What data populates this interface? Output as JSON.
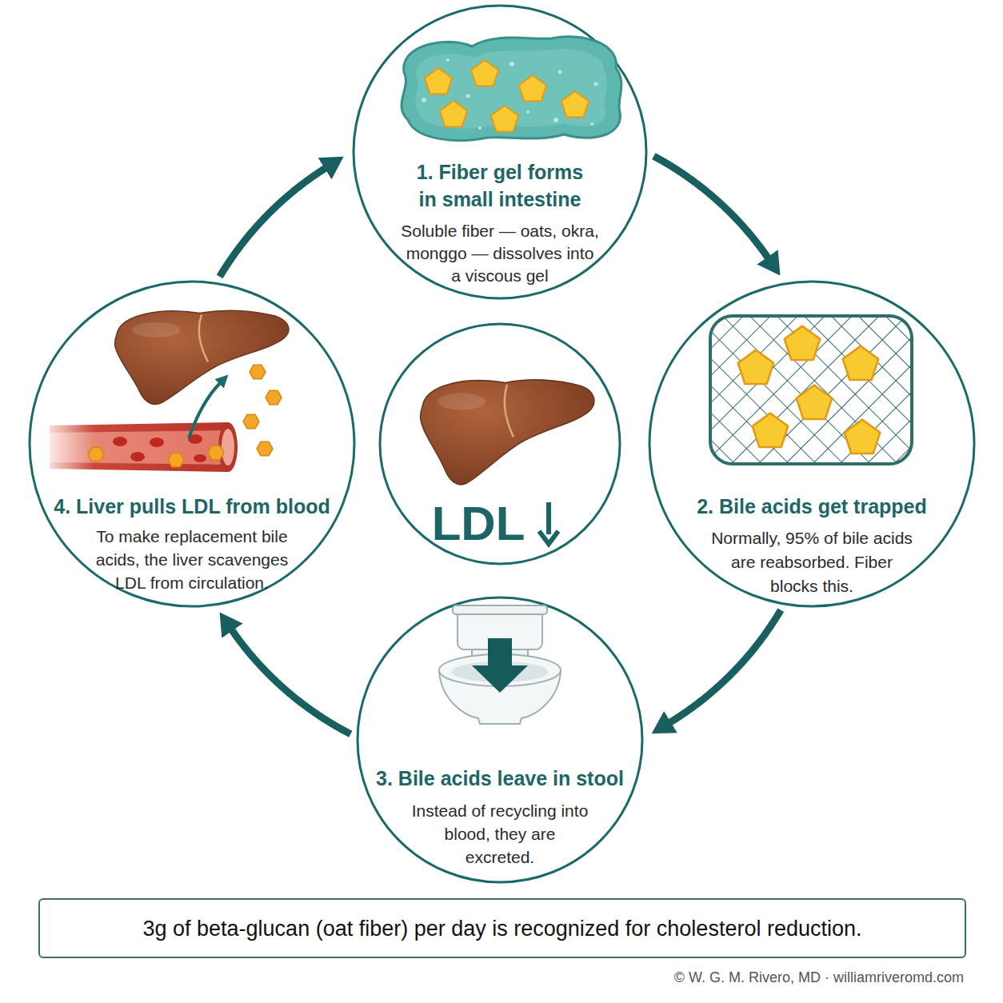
{
  "diagram": {
    "nodes": [
      {
        "text": [
          "1. Fiber gel forms in small intestine",
          "Soluble fiber — oats, okra, monggo — dissolves into a viscous gel"
        ]
      },
      {
        "text": [
          "2. Bile acids get trapped",
          "Normally, 95% of bile acids are reabsorbed. Fiber blocks this."
        ]
      },
      {
        "text": [
          "3. Bile acids leave in stool",
          "Instead of recycling into blood, they are excreted."
        ]
      },
      {
        "text": [
          "4. Liver pulls LDL from blood",
          "To make replacement bile acids, the liver scavenges LDL from circulation."
        ]
      },
      {
        "text": [
          "LDL"
        ]
      },
      {
        "text": [
          "3g of beta-glucan (oat fiber) per day is recognized for cholesterol reduction."
        ]
      }
    ],
    "edges": [
      {
        "from": 0,
        "to": 1,
        "arrow": "to"
      },
      {
        "from": 1,
        "to": 2,
        "arrow": "to"
      },
      {
        "from": 2,
        "to": 3,
        "arrow": "to"
      },
      {
        "from": 3,
        "to": 0,
        "arrow": "to"
      }
    ],
    "labels": [
      "© W. G. M. Rivero, MD · williamriveromd.com"
    ]
  }
}
